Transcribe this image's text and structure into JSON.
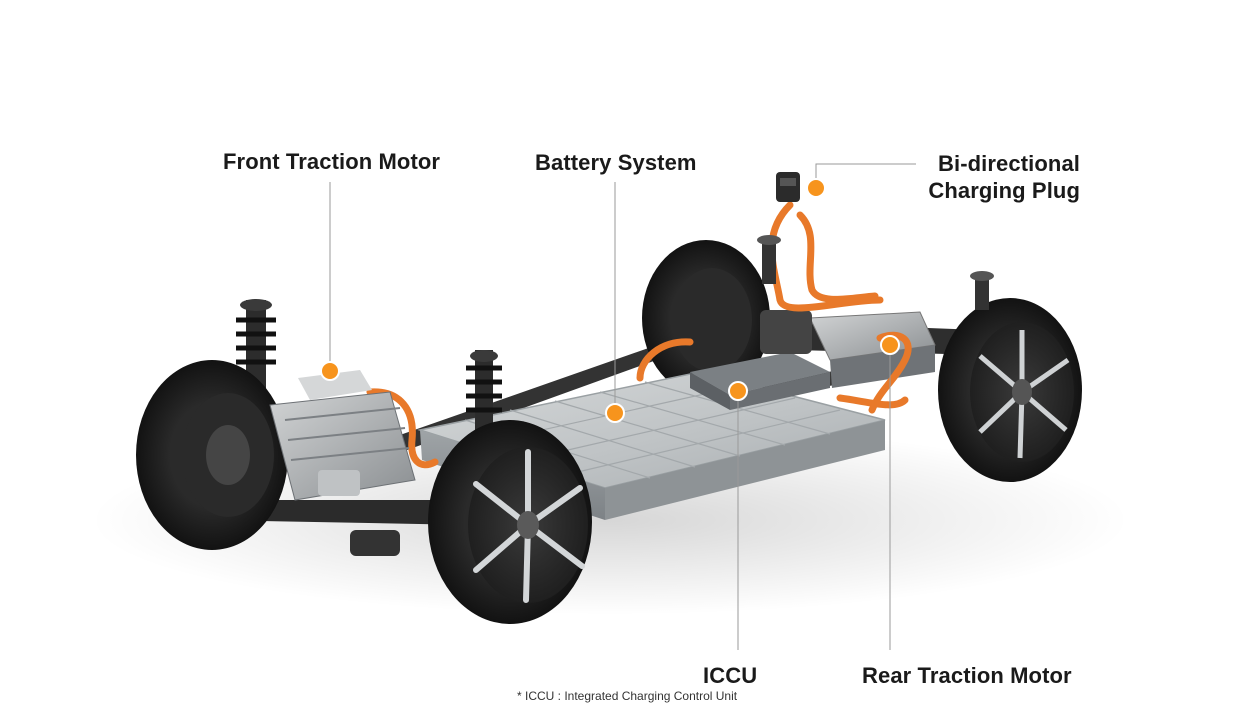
{
  "labels": {
    "front_motor": "Front Traction Motor",
    "battery": "Battery System",
    "charging_plug_line1": "Bi-directional",
    "charging_plug_line2": "Charging Plug",
    "iccu": "ICCU",
    "rear_motor": "Rear Traction Motor"
  },
  "footnote": "* ICCU : Integrated Charging Control Unit",
  "colors": {
    "accent": "#F7941D",
    "cable": "#E8792A",
    "leader": "#9a9a9a",
    "tire": "#1b1b1b",
    "battery": "#b9bdbf"
  }
}
